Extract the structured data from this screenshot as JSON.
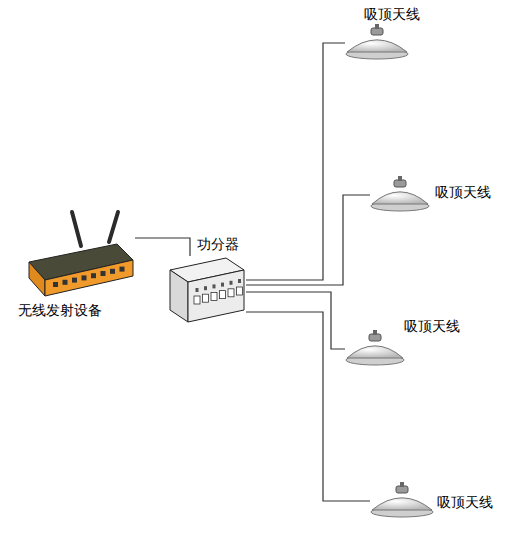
{
  "diagram": {
    "nodes": [
      {
        "text": [
          "无线发射设备"
        ]
      },
      {
        "text": [
          "功分器"
        ]
      },
      {
        "text": [
          "吸顶天线"
        ]
      },
      {
        "text": [
          "吸顶天线"
        ]
      },
      {
        "text": [
          "吸顶天线"
        ]
      },
      {
        "text": [
          "吸顶天线"
        ]
      }
    ],
    "edges": [
      {
        "from": 0,
        "to": 1,
        "arrow": "none"
      },
      {
        "from": 1,
        "to": 2,
        "arrow": "none"
      },
      {
        "from": 1,
        "to": 3,
        "arrow": "none"
      },
      {
        "from": 1,
        "to": 4,
        "arrow": "none"
      },
      {
        "from": 1,
        "to": 5,
        "arrow": "none"
      }
    ]
  }
}
